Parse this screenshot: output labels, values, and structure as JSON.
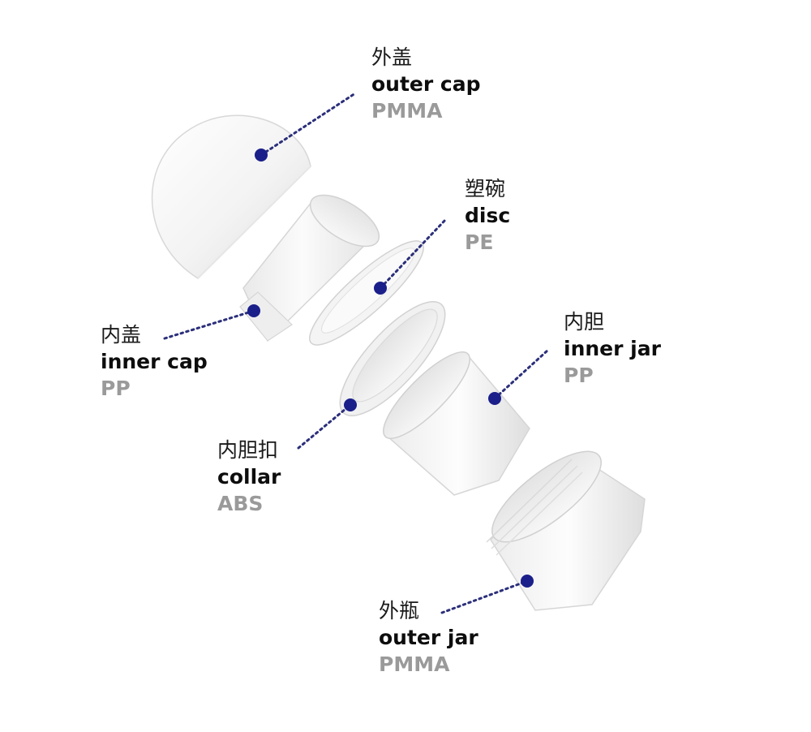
{
  "colors": {
    "background": "#ffffff",
    "marker": "#1b1f8a",
    "leader_line": "#2b2f7a",
    "part_fill": "#f2f2f2",
    "part_edge": "#d6d6d6",
    "material_text": "#9a9a9a"
  },
  "parts": {
    "outer_cap": {
      "cn": "外盖",
      "en": "outer cap",
      "material": "PMMA"
    },
    "disc": {
      "cn": "塑碗",
      "en": "disc",
      "material": "PE"
    },
    "inner_cap": {
      "cn": "内盖",
      "en": "inner cap",
      "material": "PP"
    },
    "inner_jar": {
      "cn": "内胆",
      "en": "inner jar",
      "material": "PP"
    },
    "collar": {
      "cn": "内胆扣",
      "en": "collar",
      "material": "ABS"
    },
    "outer_jar": {
      "cn": "外瓶",
      "en": "outer jar",
      "material": "PMMA"
    }
  }
}
